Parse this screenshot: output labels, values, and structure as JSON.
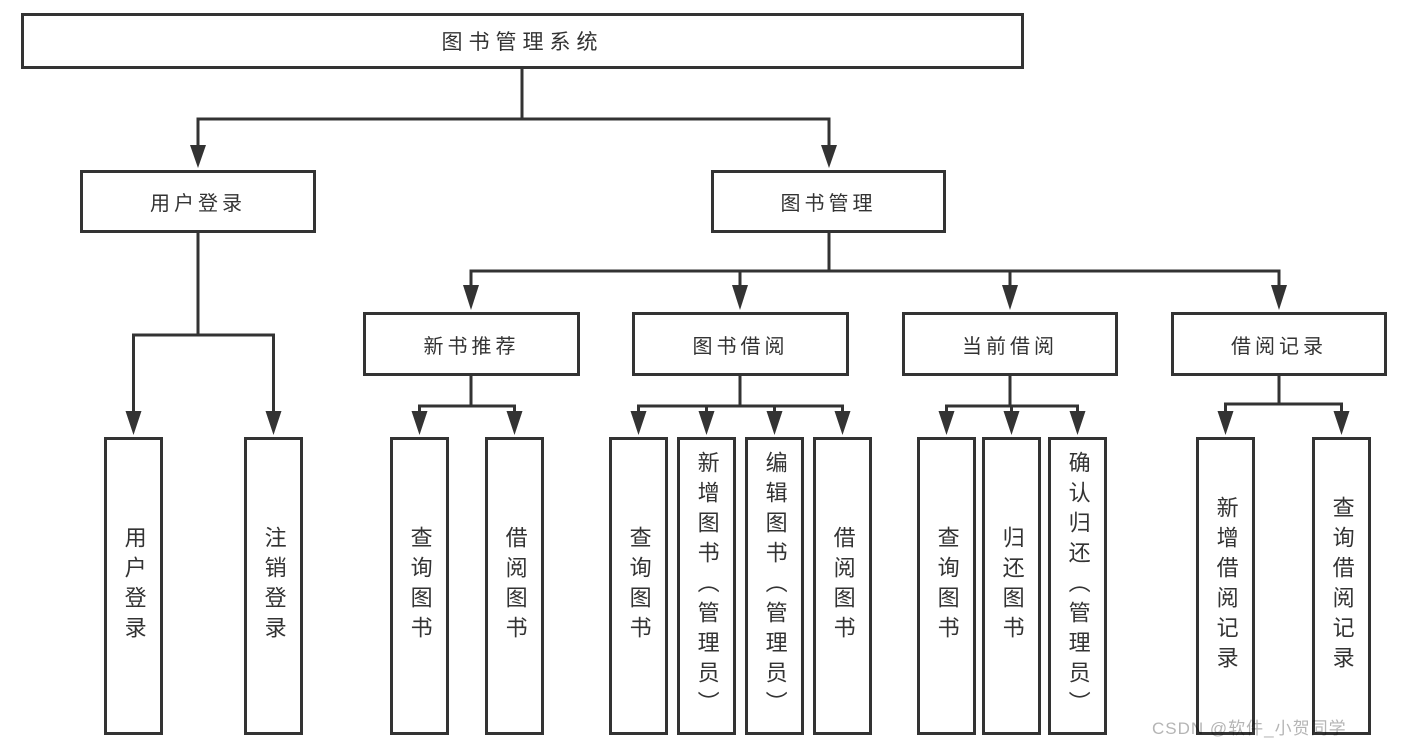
{
  "diagram_title": "图书管理系统",
  "colors": {
    "line": "#333333",
    "text": "#333333",
    "box_background": "#ffffff",
    "page_background": "#ffffff",
    "watermark": "#b5b5b5"
  },
  "root": {
    "label": "图书管理系统"
  },
  "level2": [
    {
      "label": "用户登录",
      "parent": "图书管理系统"
    },
    {
      "label": "图书管理",
      "parent": "图书管理系统"
    }
  ],
  "level3": [
    {
      "label": "新书推荐",
      "parent": "图书管理"
    },
    {
      "label": "图书借阅",
      "parent": "图书管理"
    },
    {
      "label": "当前借阅",
      "parent": "图书管理"
    },
    {
      "label": "借阅记录",
      "parent": "图书管理"
    }
  ],
  "leaves": [
    {
      "label": "用户登录",
      "parent": "用户登录"
    },
    {
      "label": "注销登录",
      "parent": "用户登录"
    },
    {
      "label": "查询图书",
      "parent": "新书推荐"
    },
    {
      "label": "借阅图书",
      "parent": "新书推荐"
    },
    {
      "label": "查询图书",
      "parent": "图书借阅"
    },
    {
      "label": "新增图书（管理员）",
      "parent": "图书借阅"
    },
    {
      "label": "编辑图书（管理员）",
      "parent": "图书借阅"
    },
    {
      "label": "借阅图书",
      "parent": "图书借阅"
    },
    {
      "label": "查询图书",
      "parent": "当前借阅"
    },
    {
      "label": "归还图书",
      "parent": "当前借阅"
    },
    {
      "label": "确认归还（管理员）",
      "parent": "当前借阅"
    },
    {
      "label": "新增借阅记录",
      "parent": "借阅记录"
    },
    {
      "label": "查询借阅记录",
      "parent": "借阅记录"
    }
  ],
  "watermark": {
    "text": "CSDN @软件_小贺同学"
  }
}
